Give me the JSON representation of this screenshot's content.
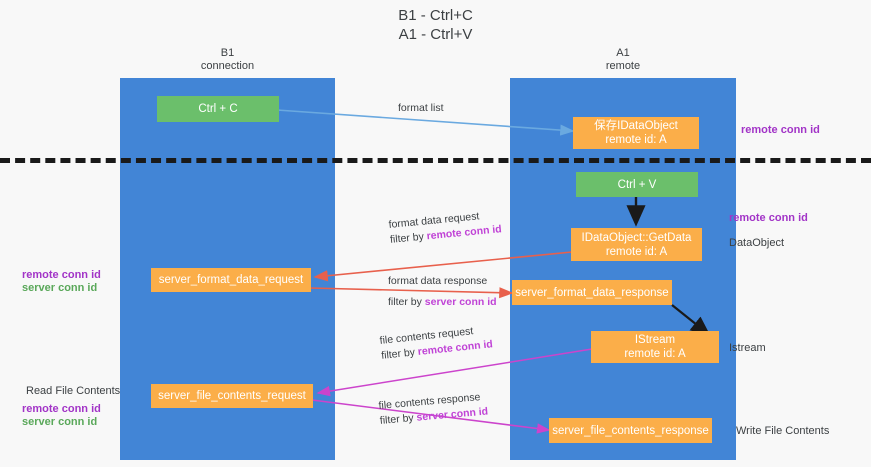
{
  "title": {
    "line1": "B1 - Ctrl+C",
    "line2": "A1 - Ctrl+V"
  },
  "lanes": [
    {
      "id": "b1",
      "name": "B1",
      "role": "connection"
    },
    {
      "id": "a1",
      "name": "A1",
      "role": "remote"
    }
  ],
  "boxes": {
    "ctrl_c": {
      "line1": "Ctrl + C",
      "line2": "",
      "color": "#6bbf6b"
    },
    "save_idataobject": {
      "line1": "保存IDataObject",
      "line2": "remote id: A",
      "color": "#fbae49"
    },
    "ctrl_v": {
      "line1": "Ctrl + V",
      "line2": "",
      "color": "#6bbf6b"
    },
    "getdata": {
      "line1": "IDataObject::GetData",
      "line2": "remote id: A",
      "color": "#fbae49"
    },
    "fmt_req": {
      "line1": "server_format_data_request",
      "line2": "",
      "color": "#fbae49"
    },
    "fmt_resp": {
      "line1": "server_format_data_response",
      "line2": "",
      "color": "#fbae49"
    },
    "istream": {
      "line1": "IStream",
      "line2": "remote id: A",
      "color": "#fbae49"
    },
    "file_req": {
      "line1": "server_file_contents_request",
      "line2": "",
      "color": "#fbae49"
    },
    "file_resp": {
      "line1": "server_file_contents_response",
      "line2": "",
      "color": "#fbae49"
    }
  },
  "edges": [
    {
      "id": "format_list",
      "line1": "format list",
      "prefix": "",
      "key": "",
      "key_color": ""
    },
    {
      "id": "fmt_data_req",
      "line1": "format data request",
      "prefix": "filter by ",
      "key": "remote conn id",
      "key_color": "#c043d6"
    },
    {
      "id": "fmt_data_resp",
      "line1": "format data response",
      "prefix": "filter by ",
      "key": "server conn id",
      "key_color": "#c043d6"
    },
    {
      "id": "file_cont_req",
      "line1": "file contents request",
      "prefix": "filter by ",
      "key": "remote conn id",
      "key_color": "#c043d6"
    },
    {
      "id": "file_cont_resp",
      "line1": "file contents response",
      "prefix": "filter by ",
      "key": "server conn id",
      "key_color": "#c043d6"
    }
  ],
  "annotations": {
    "right_remote_conn_id_top": "remote conn id",
    "right_remote_conn_id_mid": "remote conn id",
    "right_dataobject": "DataObject",
    "right_istream": "Istream",
    "right_write_file_contents": "Write File Contents",
    "left_remote_conn_id_mid": "remote conn id",
    "left_server_conn_id_mid": "server conn id",
    "left_read_file_contents": "Read File Contents",
    "left_remote_conn_id_bot": "remote conn id",
    "left_server_conn_id_bot": "server conn id"
  },
  "colors": {
    "lane": "#4285d6",
    "green_box": "#6bbf6b",
    "orange_box": "#fbae49",
    "purple_key": "#c043d6",
    "purple_label": "#a234c7",
    "green_label": "#5aa85a",
    "arrow_blue": "#6aa9e0",
    "arrow_red": "#e8604c",
    "arrow_magenta": "#cc44cc",
    "arrow_black": "#1a1a1a",
    "background": "#f8f8f8"
  }
}
